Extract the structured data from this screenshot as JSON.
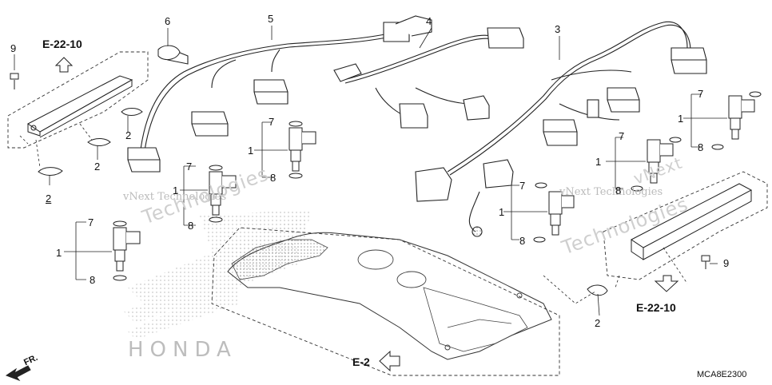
{
  "diagram": {
    "part_numbers": {
      "n1a": "1",
      "n1b": "1",
      "n1c": "1",
      "n1d": "1",
      "n1e": "1",
      "n2a": "2",
      "n2b": "2",
      "n2c": "2",
      "n2d": "2",
      "n3": "3",
      "n4": "4",
      "n5": "5",
      "n6": "6",
      "n7a": "7",
      "n7b": "7",
      "n7c": "7",
      "n7d": "7",
      "n7e": "7",
      "n8a": "8",
      "n8b": "8",
      "n8c": "8",
      "n8d": "8",
      "n8e": "8",
      "n9a": "9",
      "n9b": "9"
    },
    "references": {
      "top_left": "E-22-10",
      "bottom_right": "E-22-10",
      "bottom": "E-2"
    },
    "front_label": "FR.",
    "brand_watermark": "HONDA",
    "watermarks": {
      "w1": "vNext Technologies",
      "w2": "Technologies",
      "w3": "vNext Technologies",
      "w4": "vNext",
      "w5": "Technologies"
    },
    "diagram_code": "MCA8E2300"
  }
}
